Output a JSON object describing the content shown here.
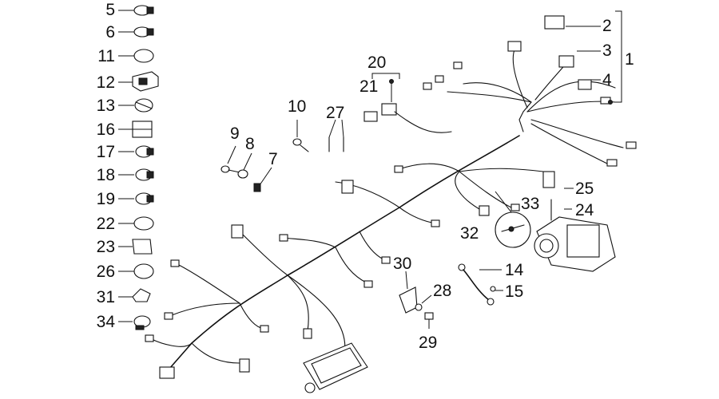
{
  "callouts": {
    "n1": "1",
    "n2": "2",
    "n3": "3",
    "n4": "4",
    "n5": "5",
    "n6": "6",
    "n7": "7",
    "n8": "8",
    "n9": "9",
    "n10": "10",
    "n11": "11",
    "n12": "12",
    "n13": "13",
    "n14": "14",
    "n15": "15",
    "n16": "16",
    "n17": "17",
    "n18": "18",
    "n19": "19",
    "n20": "20",
    "n21": "21",
    "n22": "22",
    "n23": "23",
    "n24": "24",
    "n25": "25",
    "n26": "26",
    "n27": "27",
    "n28": "28",
    "n29": "29",
    "n30": "30",
    "n31": "31",
    "n32": "32",
    "n33": "33",
    "n34": "34"
  },
  "colors": {
    "line": "#111111",
    "background": "#ffffff"
  }
}
